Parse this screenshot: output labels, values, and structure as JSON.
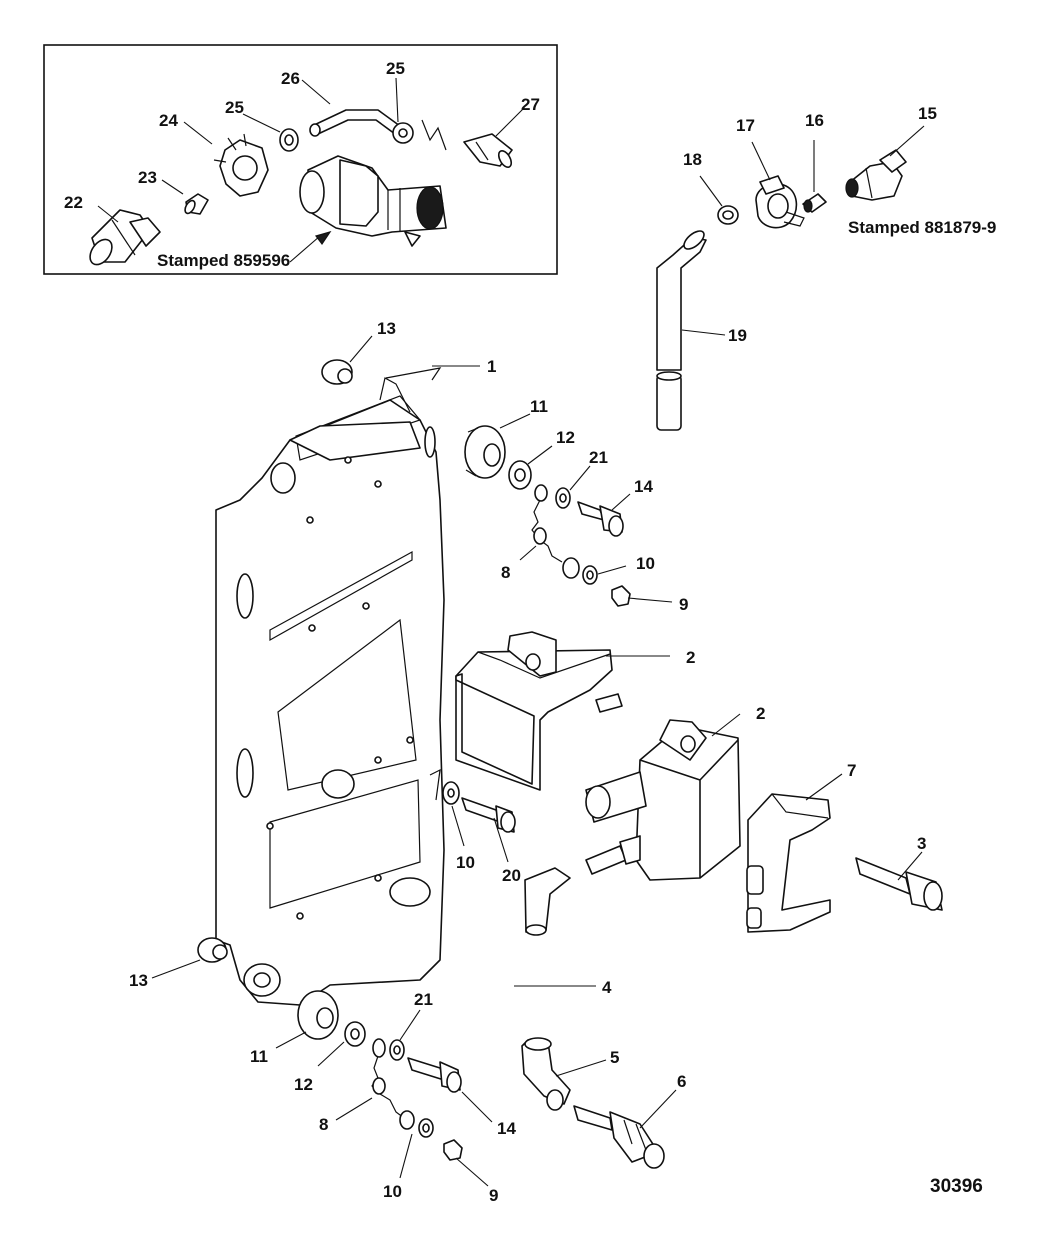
{
  "diagram": {
    "inset_stamp_label": "Stamped 859596",
    "stamp_label_15": "Stamped 881879-9",
    "figure_number": "30396",
    "callouts": {
      "c1": "1",
      "c2a": "2",
      "c2b": "2",
      "c3": "3",
      "c4": "4",
      "c5": "5",
      "c6": "6",
      "c7": "7",
      "c8a": "8",
      "c8b": "8",
      "c9a": "9",
      "c9b": "9",
      "c10a": "10",
      "c10b": "10",
      "c10c": "10",
      "c11a": "11",
      "c11b": "11",
      "c12a": "12",
      "c12b": "12",
      "c13a": "13",
      "c13b": "13",
      "c14a": "14",
      "c14b": "14",
      "c15": "15",
      "c16": "16",
      "c17": "17",
      "c18": "18",
      "c19": "19",
      "c20": "20",
      "c21a": "21",
      "c21b": "21",
      "c22": "22",
      "c23": "23",
      "c24": "24",
      "c25a": "25",
      "c25b": "25",
      "c26": "26",
      "c27": "27"
    }
  }
}
